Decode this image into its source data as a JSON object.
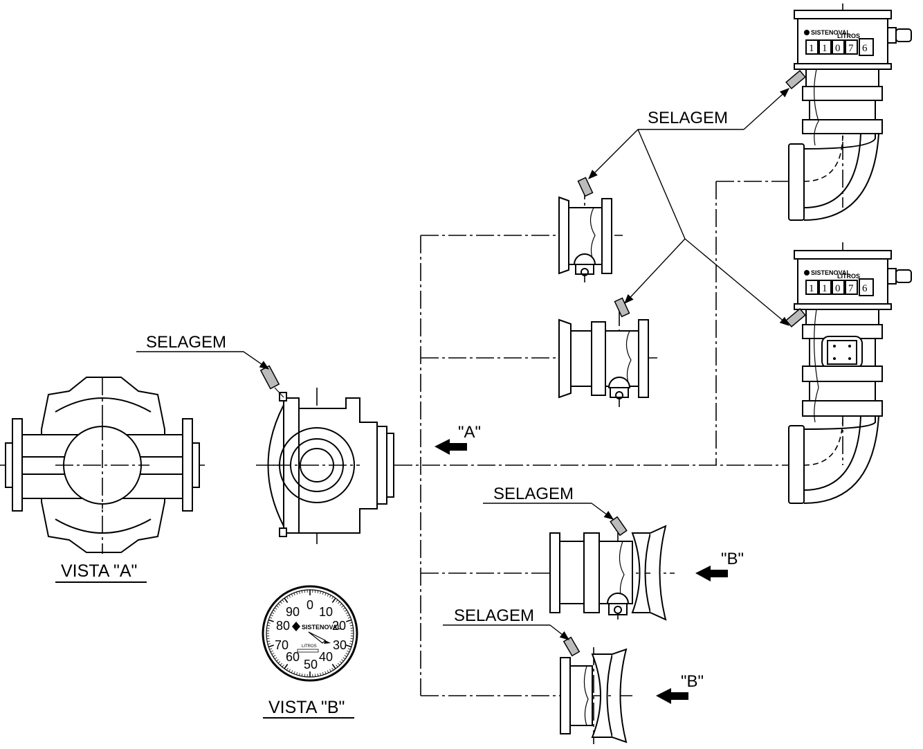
{
  "labels": {
    "sealing": "SELAGEM",
    "arrow_a": "\"A\"",
    "arrow_b": "\"B\"",
    "view_a": "VISTA \"A\"",
    "view_b": "VISTA \"B\""
  },
  "counter": {
    "brand": "SISTENOVAL",
    "unit": "LITROS",
    "digits": [
      "1",
      "1",
      "0",
      "7",
      "6"
    ]
  },
  "dial": {
    "brand": "SISTENOVAL",
    "unit": "LITROS",
    "scale": [
      "0",
      "10",
      "20",
      "30",
      "40",
      "50",
      "60",
      "70",
      "80",
      "90"
    ]
  }
}
